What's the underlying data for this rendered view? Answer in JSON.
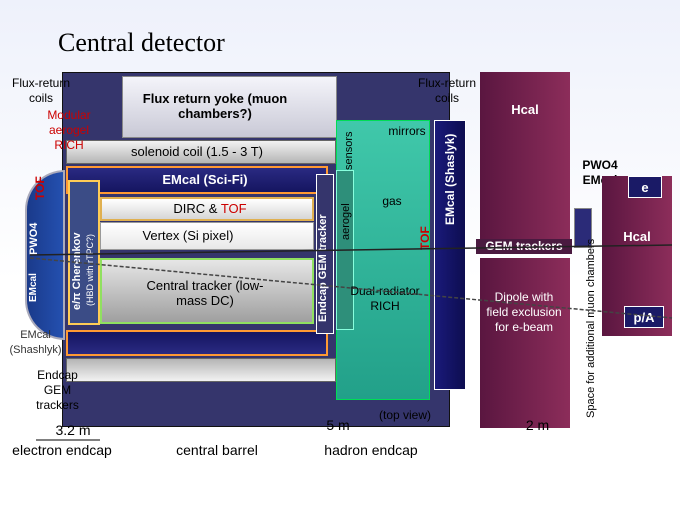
{
  "title": "Central detector",
  "labels": {
    "flux_return_coils_left": "Flux-return coils",
    "modular_aerogel_rich": "Modular aerogel RICH",
    "flux_return_yoke": "Flux return yoke (muon chambers?)",
    "flux_return_coils_right": "Flux-return coils",
    "hcal_top": "Hcal",
    "solenoid_coil": "solenoid coil (1.5 - 3 T)",
    "mirrors": "mirrors",
    "sensors": "sensors",
    "emcal_scifi": "EMcal (Sci-Fi)",
    "dirc": "DIRC",
    "dirc_amp": " & ",
    "dirc_tof": "TOF",
    "vertex": "Vertex (Si pixel)",
    "central_tracker": "Central tracker (low-mass DC)",
    "tof_left": "TOF",
    "pwo4_left": "PWO4",
    "emcal_left": "EMcal",
    "cherenkov": "e/π Cherenkov",
    "hbd": "(HBD with rTPC?)",
    "emcal_shashlyk_left": "EMcal (Shashlyk)",
    "endcap_gem_trackers": "Endcap GEM trackers",
    "endcap_gem_tracker_vertical": "Endcap GEM tracker",
    "aerogel": "aerogel",
    "gas": "gas",
    "tof_right": "TOF",
    "emcal_shaslyk_right": "EMcal (Shaslyk)",
    "dual_radiator_rich": "Dual-radiator RICH",
    "pwo4_emcal": "PWO4 EMcal",
    "e_beam": "e",
    "hcal_right": "Hcal",
    "gem_trackers": "GEM trackers",
    "dipole": "Dipole with field exclusion for e-beam",
    "space_muon": "Space for additional muon chambers",
    "pA": "p/A",
    "scale_left": "3.2 m",
    "scale_mid": "5 m",
    "scale_right": "2 m",
    "top_view": "(top view)",
    "electron_endcap": "electron endcap",
    "central_barrel": "central barrel",
    "hadron_endcap": "hadron endcap"
  },
  "colors": {
    "yoke": "#33336b",
    "solenoid": "#7f7f7f",
    "emcal": "#1a1a66",
    "rich": "#33bba0",
    "hcal": "#7a1f4a",
    "cherenkov": "#334477",
    "tracker": "#b8b8b8",
    "orange": "#f0a030"
  }
}
